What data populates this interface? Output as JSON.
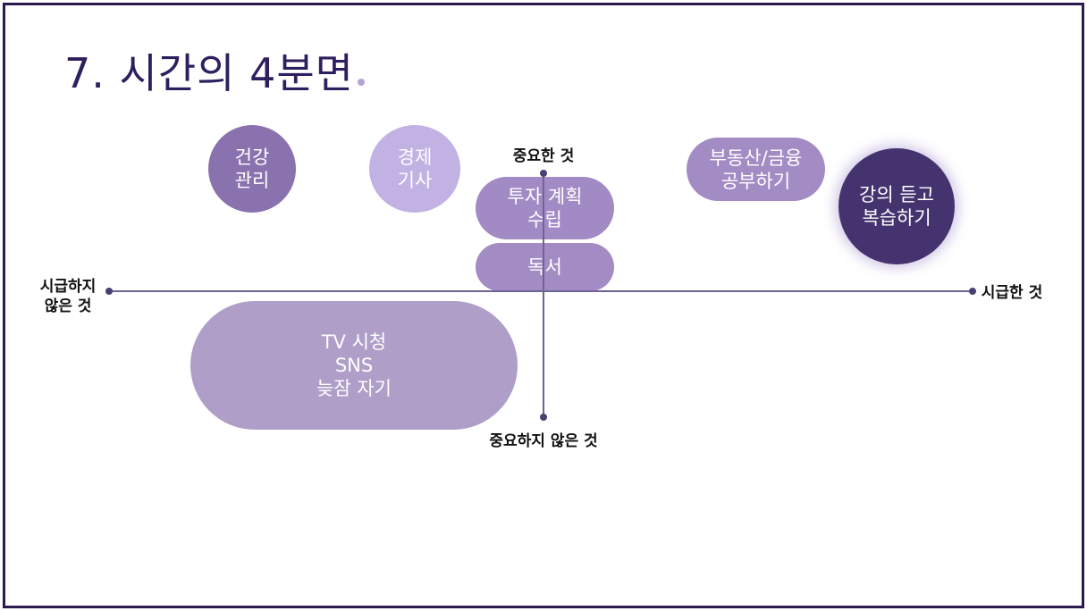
{
  "slide": {
    "title": "7. 시간의 4분면",
    "axes": {
      "top": "중요한 것",
      "bottom": "중요하지 않은 것",
      "left_line1": "시급하지",
      "left_line2": "않은 것",
      "right": "시급한 것"
    },
    "items": {
      "health": "건강\n관리",
      "economy": "경제\n기사",
      "investment": "투자 계획\n수립",
      "reading": "독서",
      "realestate": "부동산/금융\n공부하기",
      "lecture": "강의 듣고\n복습하기",
      "leisure": "TV 시청\nSNS\n늦잠 자기"
    },
    "colors": {
      "title": "#2e1f5e",
      "axis": "#6e6494",
      "health": "#8a72ae",
      "economy": "#c2b2e4",
      "investment": "#a28ac4",
      "realestate": "#a38bc4",
      "lecture": "#45336f",
      "leisure": "#ae9ec8"
    }
  }
}
